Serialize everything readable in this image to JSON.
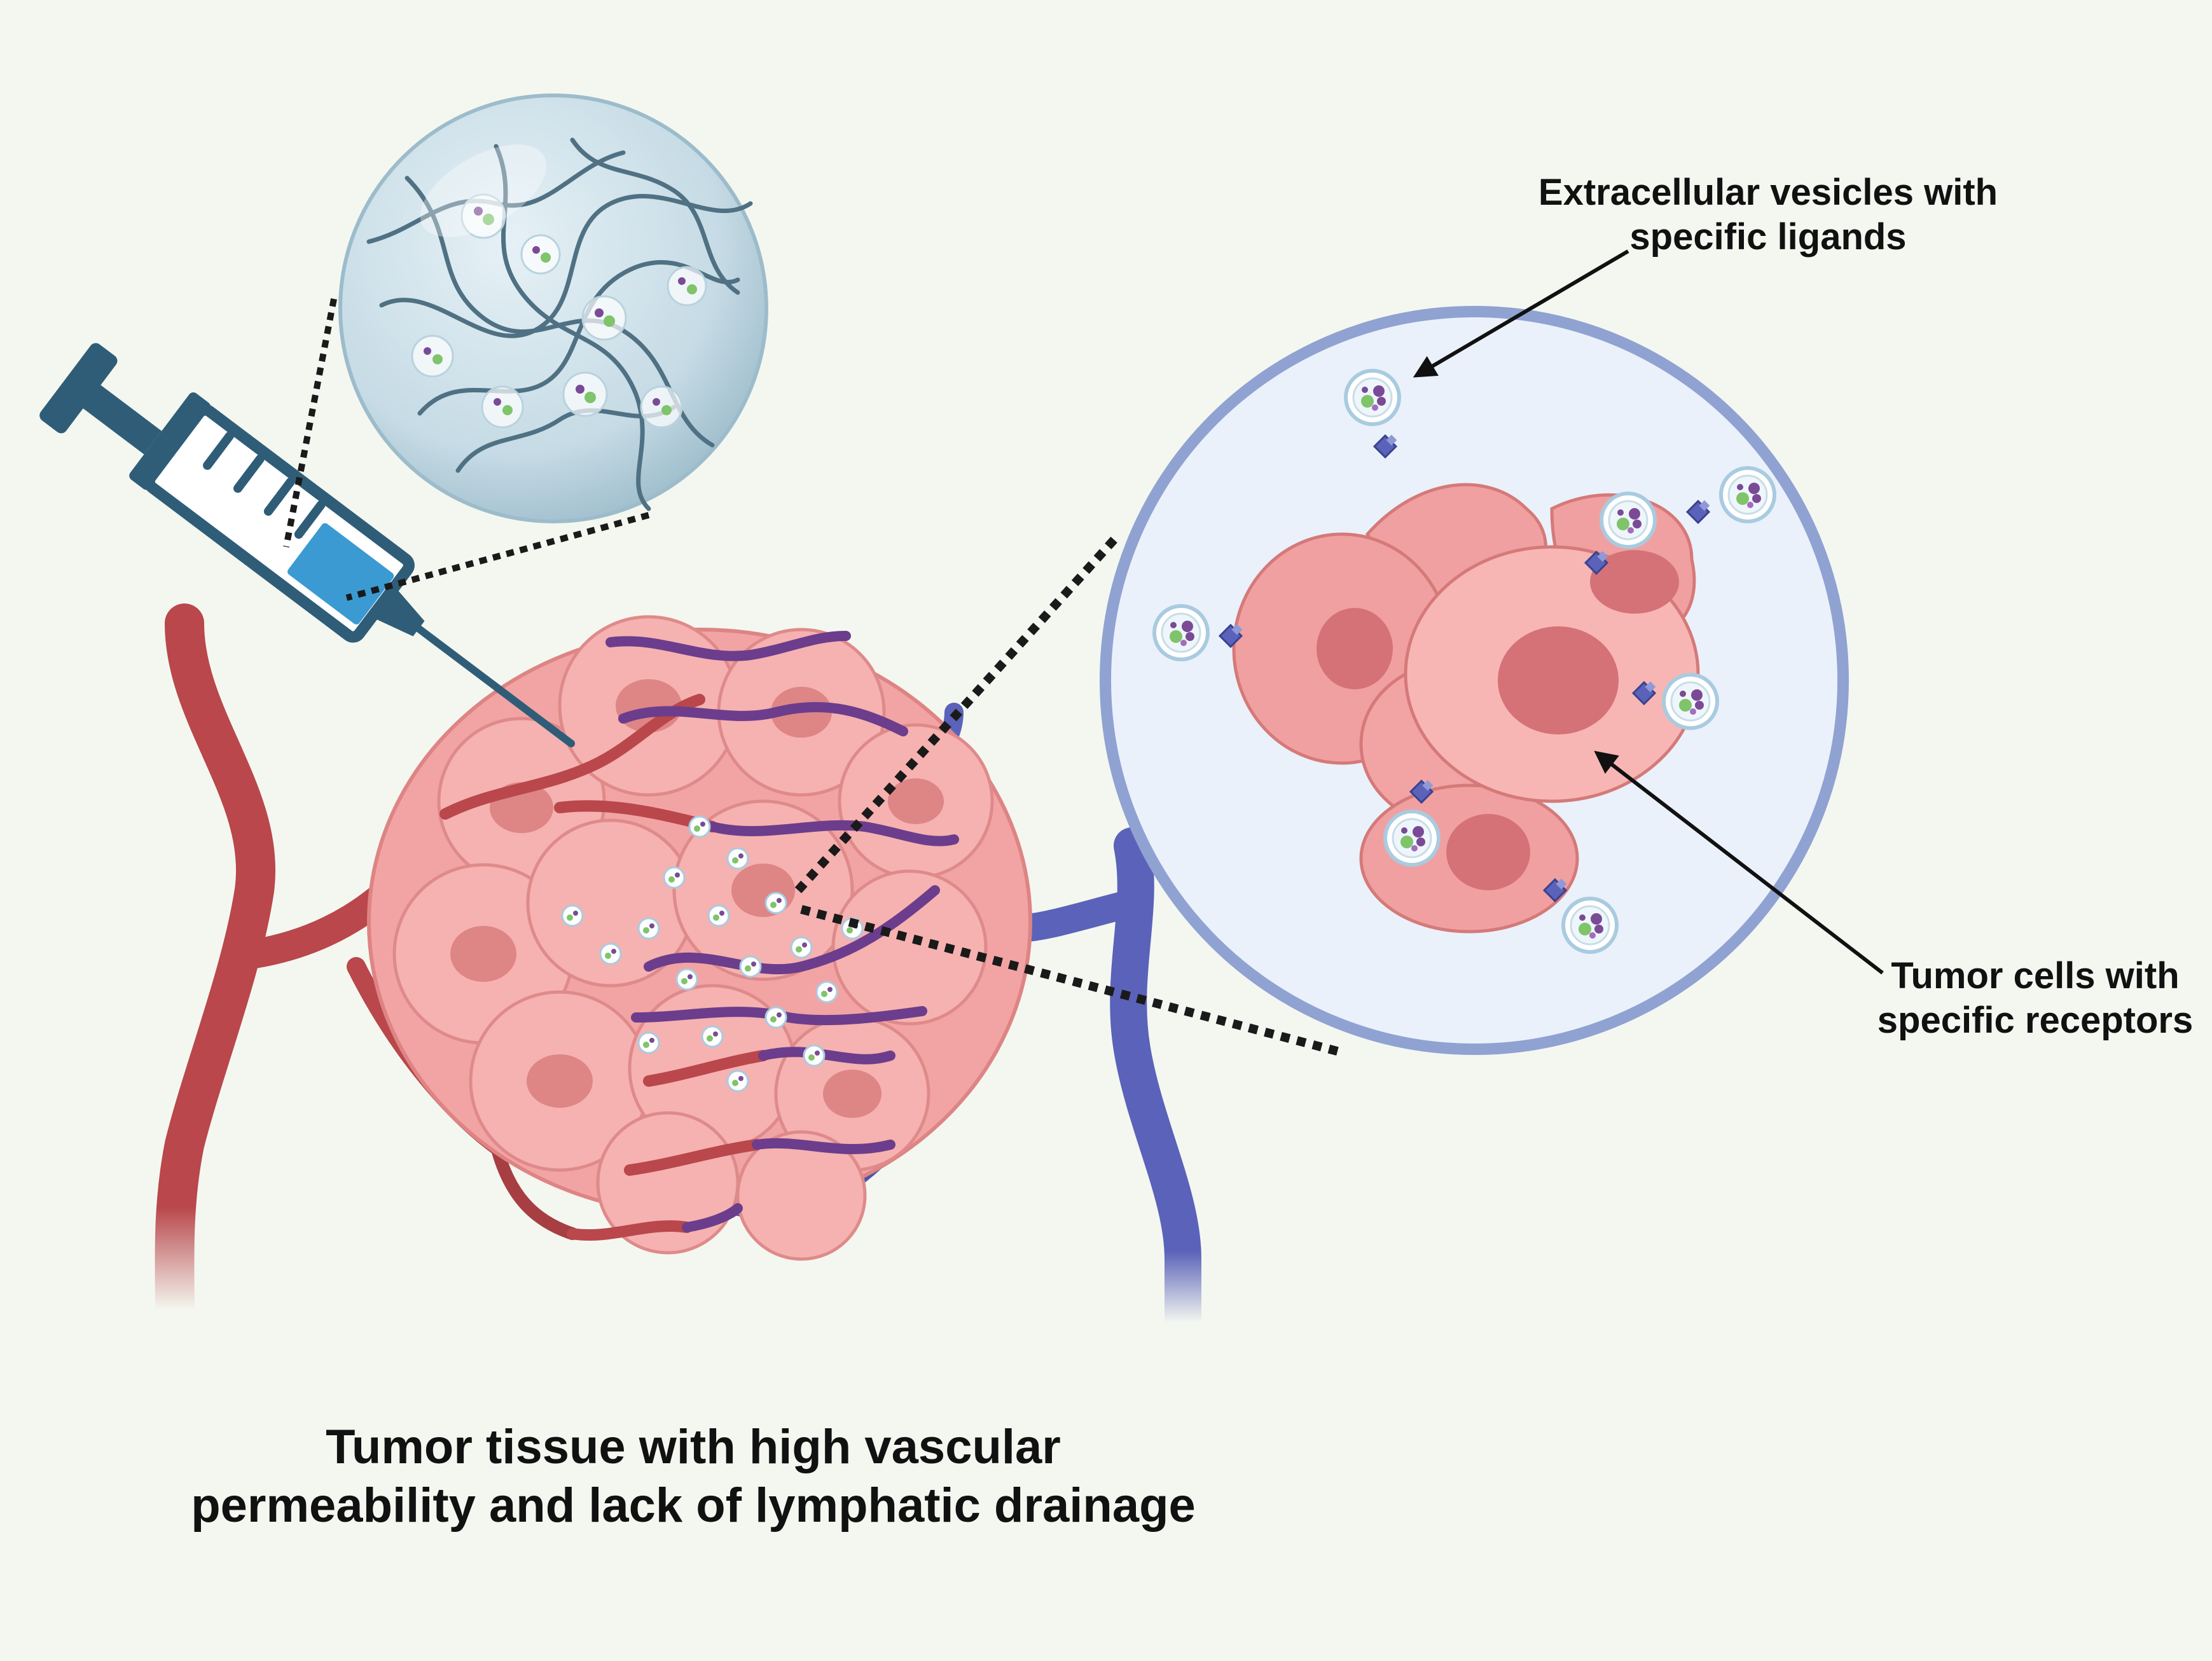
{
  "labels": {
    "extracellular_vesicles": {
      "line1": "Extracellular vesicles with",
      "line2": "specific ligands"
    },
    "tumor_cells": {
      "line1": "Tumor cells with",
      "line2": "specific receptors"
    },
    "caption": {
      "line1": "Tumor tissue with high vascular",
      "line2": "permeability and lack of lymphatic drainage"
    }
  },
  "colors": {
    "background": "#f4f7f0",
    "artery": "#b9474b",
    "vein": "#5a63b9",
    "tumor": "#f0a0a0",
    "nucleus": "#d26f73",
    "syringe": "#2f5d78",
    "syringe_fluid": "#3b9ad2",
    "zoom_circle_border": "#8fa2d2",
    "zoom_circle_fill": "#eaf1fa",
    "hydrogel_sphere": "#c8dde7",
    "vesicle_cargo": "#7a4a96",
    "vesicle_core": "#7fc46a",
    "receptor": "#5a63b9"
  }
}
